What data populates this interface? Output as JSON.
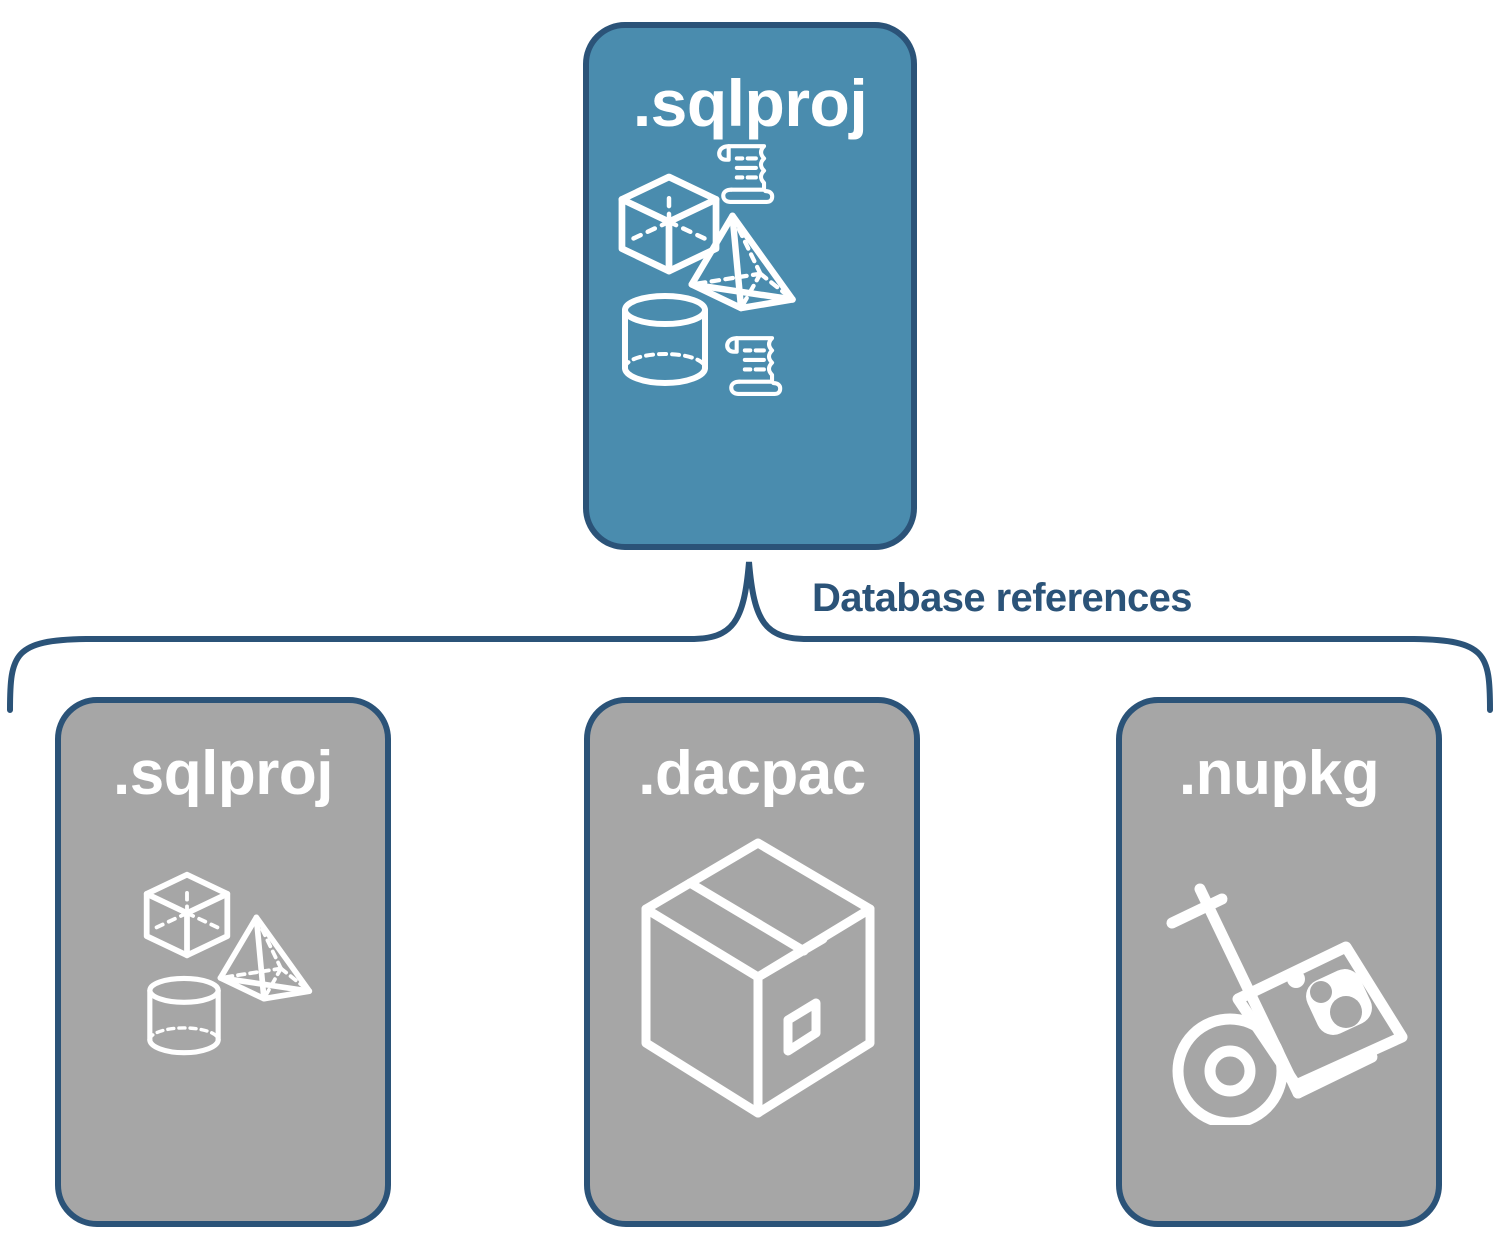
{
  "diagram": {
    "title_root": ".sqlproj",
    "connector_label": "Database references",
    "colors": {
      "accent_blue": "#4a8cae",
      "border_navy": "#2b5378",
      "gray_card": "#a6a6a6",
      "icon_white": "#ffffff",
      "background": "#ffffff"
    }
  },
  "root_node": {
    "label": ".sqlproj",
    "fill": "#4a8cae",
    "icons": [
      "cube-icon",
      "script-scroll-icon",
      "pyramid-icon",
      "cylinder-icon",
      "script-scroll-icon"
    ]
  },
  "reference_targets": [
    {
      "id": "sqlproj-reference",
      "label": ".sqlproj",
      "fill": "#a6a6a6",
      "icons": [
        "cube-icon",
        "pyramid-icon",
        "cylinder-icon"
      ]
    },
    {
      "id": "dacpac-reference",
      "label": ".dacpac",
      "fill": "#a6a6a6",
      "icons": [
        "shipping-box-icon"
      ]
    },
    {
      "id": "nupkg-reference",
      "label": ".nupkg",
      "fill": "#a6a6a6",
      "icons": [
        "hand-truck-icon",
        "nuget-package-icon"
      ]
    }
  ]
}
